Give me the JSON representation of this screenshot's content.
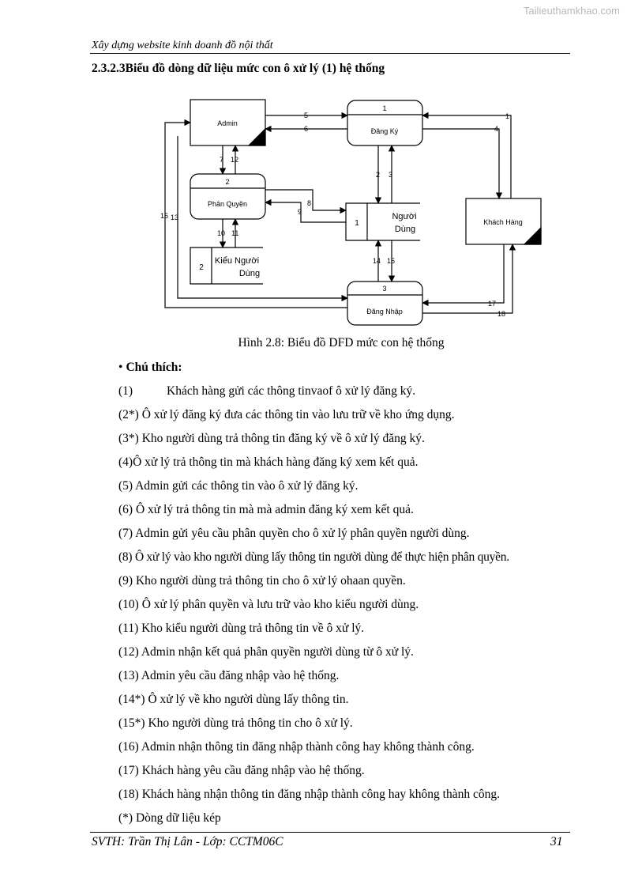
{
  "watermark": "Tailieuthamkhao.com",
  "header": "Xây dựng website kinh doanh đồ nội thất",
  "section_title": "2.3.2.3Biểu đồ dòng dữ liệu mức con ô xử lý (1) hệ thống",
  "diagram": {
    "entities": {
      "admin": "Admin",
      "customer": "Khách Hàng"
    },
    "processes": {
      "register": {
        "number": "1",
        "label": "Đăng Ký"
      },
      "permission": {
        "number": "2",
        "label": "Phân Quyền"
      },
      "login": {
        "number": "3",
        "label": "Đăng Nhập"
      }
    },
    "stores": {
      "users": {
        "number": "1",
        "label_line1": "Người",
        "label_line2": "Dùng"
      },
      "user_types": {
        "number": "2",
        "label_line1": "Kiểu Người",
        "label_line2": "Dùng"
      }
    },
    "flow_labels": {
      "f1": "1",
      "f2": "2",
      "f3": "3",
      "f4": "4",
      "f5": "5",
      "f6": "6",
      "f7": "7",
      "f8": "8",
      "f9": "9",
      "f10": "10",
      "f11": "11",
      "f12": "12",
      "f13": "13",
      "f14": "14",
      "f15": "15",
      "f16": "16",
      "f17": "17",
      "f18": "18"
    }
  },
  "caption": "Hình 2.8: Biểu đồ DFD mức con hệ thống",
  "notes_bullet": "•",
  "notes_title": "Chú thích:",
  "notes": [
    {
      "num": "(1)",
      "text": "Khách hàng gửi các thông tinvaof ô xử lý đăng ký."
    },
    {
      "num": "",
      "text": "(2*) Ô xử lý đăng ký đưa các thông tin vào lưu trữ về kho ứng dụng."
    },
    {
      "num": "",
      "text": "(3*) Kho người dùng trả thông tin đăng ký về ô xử lý đăng ký."
    },
    {
      "num": "",
      "text": "(4)Ô xử lý trả thông tin mà khách hàng đăng ký xem kết quả."
    },
    {
      "num": "",
      "text": "(5) Admin gửi các thông tin vào ô xử lý đăng ký."
    },
    {
      "num": "",
      "text": "(6) Ô xử lý trả thông tin mà mà admin đăng ký xem kết quả."
    },
    {
      "num": "",
      "text": "(7) Admin gửi yêu cầu phân quyền cho ô xử lý phân quyền người dùng."
    },
    {
      "num": "",
      "text": "(8) Ô xử lý vào kho người dùng lấy thông tin người dùng để thực hiện phân quyền."
    },
    {
      "num": "",
      "text": "(9) Kho người dùng trả thông tin cho ô xử lý ohaan quyền."
    },
    {
      "num": "",
      "text": "(10) Ô xử lý phân quyền và lưu trữ vào kho kiểu người dùng."
    },
    {
      "num": "",
      "text": "(11) Kho kiểu người dùng trả thông tin về ô xử lý."
    },
    {
      "num": "",
      "text": "(12) Admin nhận kết quả phân quyền người dùng từ ô xử lý."
    },
    {
      "num": "",
      "text": "(13) Admin yêu cầu đăng nhập vào hệ thống."
    },
    {
      "num": "",
      "text": "(14*) Ô xử lý về kho người dùng lấy thông tin."
    },
    {
      "num": "",
      "text": "(15*) Kho người dùng trả thông tin cho ô xử lý."
    },
    {
      "num": "",
      "text": "(16) Admin nhận thông tin đăng nhập thành công hay không thành công."
    },
    {
      "num": "",
      "text": "(17) Khách hàng yêu cầu đăng nhập vào hệ thống."
    },
    {
      "num": "",
      "text": "(18) Khách hàng nhận thông tin đăng nhập thành công hay không thành công."
    },
    {
      "num": "",
      "text": "(*) Dòng dữ liệu kép"
    }
  ],
  "footer": "SVTH: Trần Thị Lân - Lớp: CCTM06C",
  "page_number": "31"
}
